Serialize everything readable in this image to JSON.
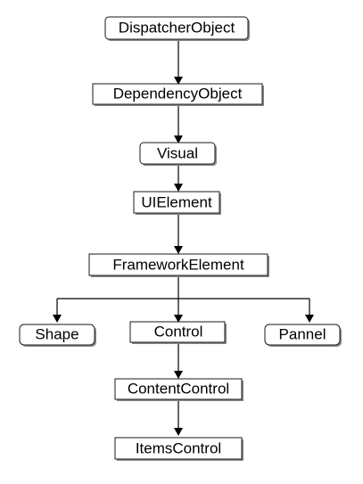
{
  "diagram": {
    "nodes": {
      "dispatcher_object": "DispatcherObject",
      "dependency_object": "DependencyObject",
      "visual": "Visual",
      "ui_element": "UIElement",
      "framework_element": "FrameworkElement",
      "shape": "Shape",
      "control": "Control",
      "pannel": "Pannel",
      "content_control": "ContentControl",
      "items_control": "ItemsControl"
    },
    "edges": [
      {
        "from": "dispatcher_object",
        "to": "dependency_object"
      },
      {
        "from": "dependency_object",
        "to": "visual"
      },
      {
        "from": "visual",
        "to": "ui_element"
      },
      {
        "from": "ui_element",
        "to": "framework_element"
      },
      {
        "from": "framework_element",
        "to": "shape"
      },
      {
        "from": "framework_element",
        "to": "control"
      },
      {
        "from": "framework_element",
        "to": "pannel"
      },
      {
        "from": "control",
        "to": "content_control"
      },
      {
        "from": "content_control",
        "to": "items_control"
      }
    ]
  }
}
